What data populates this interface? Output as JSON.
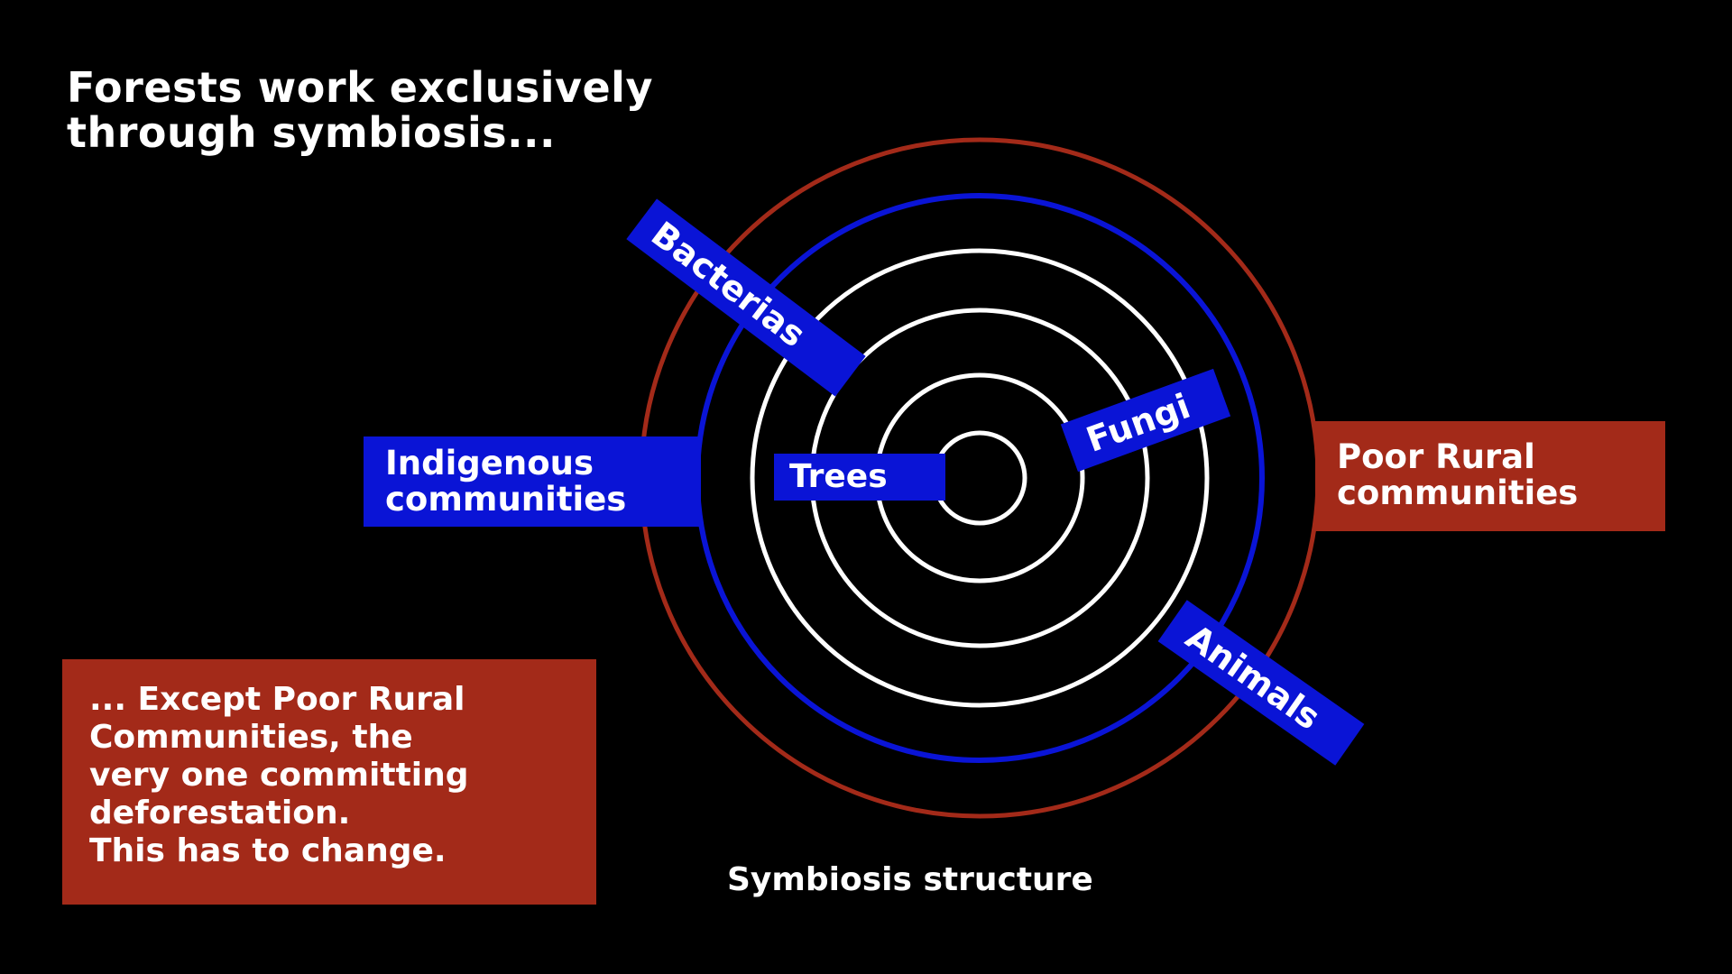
{
  "headline": "Forests work exclusively\nthrough symbiosis...",
  "diagram": {
    "labels": {
      "indigenous": "Indigenous\ncommunities",
      "trees": "Trees",
      "bacterias": "Bacterias",
      "fungi": "Fungi",
      "animals": "Animals",
      "poor_rural": "Poor Rural\ncommunities"
    },
    "caption": "Symbiosis structure"
  },
  "callout": {
    "text": "... Except Poor Rural\nCommunities, the\nvery one committing\ndeforestation.\nThis has to change."
  },
  "colors": {
    "background": "#000000",
    "accent_blue": "#0a14d6",
    "accent_red": "#a32a19",
    "ring_white": "#ffffff"
  }
}
